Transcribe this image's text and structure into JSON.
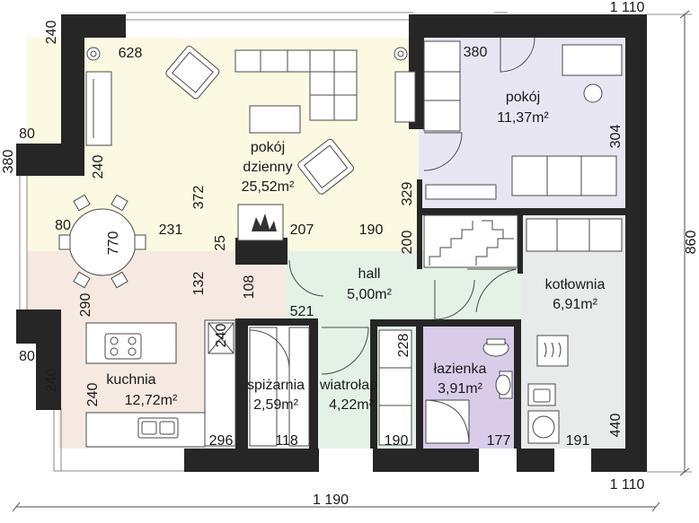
{
  "colors": {
    "living": "#fbf9e2",
    "kitchen": "#f6e9e1",
    "bedroom": "#e9e6f4",
    "hall": "#e4f2e6",
    "bathroom": "#d9cce9",
    "boiler": "#e8ebea",
    "wall": "#262626",
    "furniture_line": "#4a4a4a",
    "text": "#1a1a1a"
  },
  "rooms": {
    "living": {
      "name_line1": "pokój",
      "name_line2": "dzienny",
      "area": "25,52m²"
    },
    "bedroom": {
      "name": "pokój",
      "area": "11,37m²"
    },
    "hall": {
      "name": "hall",
      "area": "5,00m²"
    },
    "boiler": {
      "name": "kotłownia",
      "area": "6,91m²"
    },
    "bathroom": {
      "name": "łazienka",
      "area": "3,91m²"
    },
    "vestibule": {
      "name": "wiatrołap",
      "area": "4,22m²"
    },
    "pantry": {
      "name": "spiżarnia",
      "area": "2,59m²"
    },
    "kitchen": {
      "name": "kuchnia",
      "area": "12,72m²"
    }
  },
  "dimensions": {
    "top_right_width": "1 110",
    "bottom_right_width": "1 110",
    "overall_width": "1 190",
    "overall_height": "860",
    "left_240_top": "240",
    "left_80_top": "80",
    "left_380": "380",
    "left_80_bottom": "80",
    "left_240_bottom": "240",
    "living_628": "628",
    "living_240": "240",
    "living_372": "372",
    "living_231": "231",
    "living_25": "25",
    "living_207": "207",
    "living_190": "190",
    "table_80": "80",
    "table_770": "770",
    "living_132": "132",
    "living_108": "108",
    "kitchen_290": "290",
    "kitchen_240_right": "240",
    "kitchen_240_left": "240",
    "kitchen_296": "296",
    "hall_521": "521",
    "bedroom_380": "380",
    "bedroom_304": "304",
    "stair_329": "329",
    "stair_200": "200",
    "pantry_118": "118",
    "vestibule_228": "228",
    "vestibule_190": "190",
    "bath_177": "177",
    "boiler_191": "191",
    "boiler_440": "440"
  }
}
